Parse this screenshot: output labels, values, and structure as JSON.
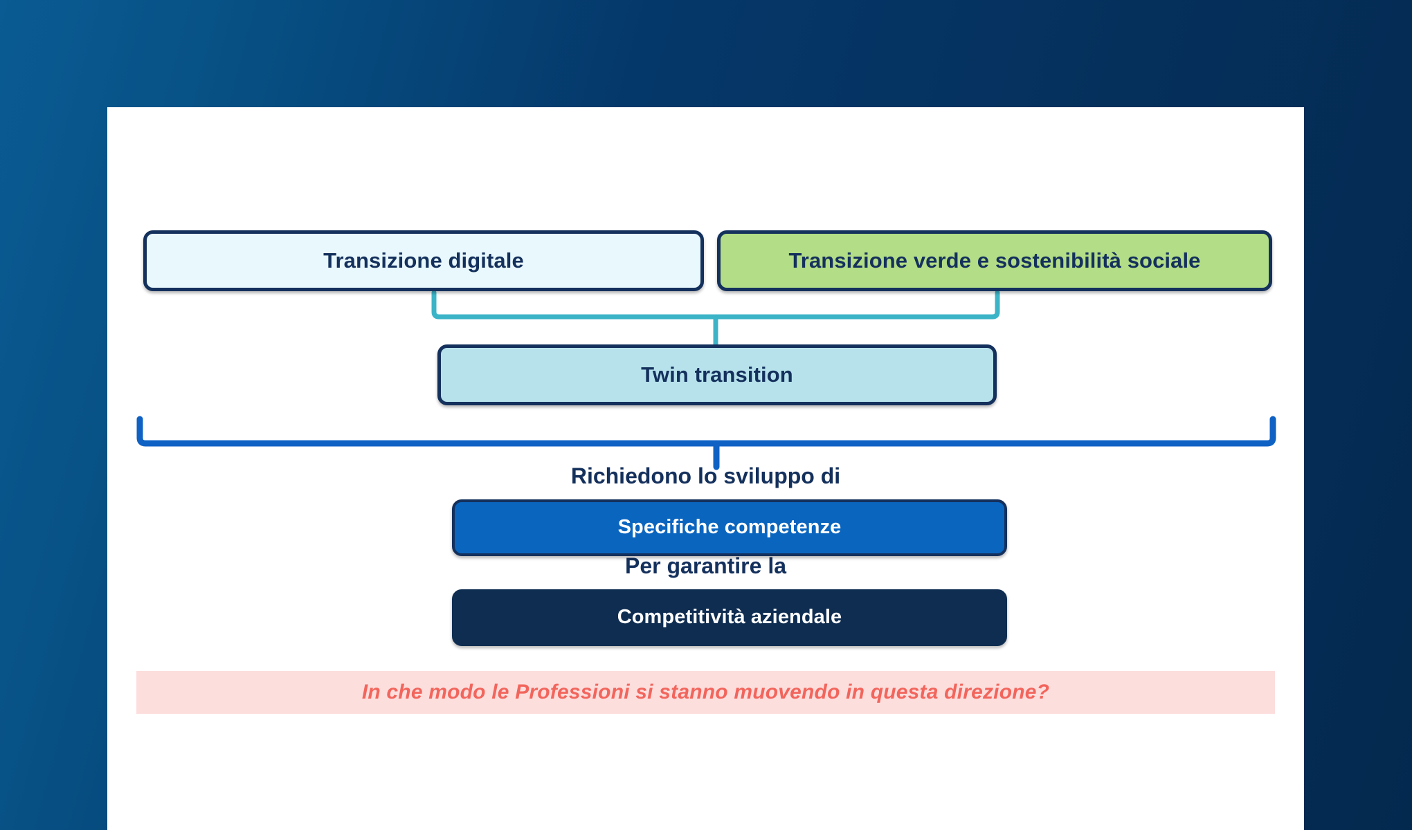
{
  "slide": {
    "background_color": "#ffffff",
    "canvas_gradient_from": "#0a5b93",
    "canvas_gradient_to": "#04294f"
  },
  "diagram": {
    "nodes": {
      "digital_transition": {
        "label": "Transizione digitale",
        "fill": "#e9f8fc",
        "border": "#14305c",
        "text_color": "#14305c"
      },
      "green_transition": {
        "label": "Transizione verde e sostenibilità sociale",
        "fill": "#b3dd86",
        "border": "#14305c",
        "text_color": "#14305c"
      },
      "twin_transition": {
        "label": "Twin transition",
        "fill": "#b7e2ec",
        "border": "#14305c",
        "text_color": "#14305c"
      },
      "skills": {
        "label": "Specifiche competenze",
        "fill": "#0a65bf",
        "border": "#14305c",
        "text_color": "#ffffff"
      },
      "competitiveness": {
        "label": "Competitività aziendale",
        "fill": "#0f2d51",
        "border": "#0f2d51",
        "text_color": "#ffffff"
      }
    },
    "captions": {
      "requires": "Richiedono lo sviluppo di",
      "guarantee": "Per garantire la"
    },
    "connectors": {
      "top_bracket": {
        "name": "teal-merge-bracket",
        "color": "#3cb4c8",
        "from": [
          "Transizione digitale",
          "Transizione verde e sostenibilità sociale"
        ],
        "to": "Twin transition"
      },
      "bottom_bracket": {
        "name": "blue-merge-bracket",
        "color": "#0f62c4",
        "from": "Twin transition",
        "to": "Specifiche competenze"
      }
    }
  },
  "question_banner": {
    "label": "In che modo le Professioni si stanno muovendo in questa direzione?",
    "background": "#fcdedd",
    "text_color": "#f2655c"
  }
}
